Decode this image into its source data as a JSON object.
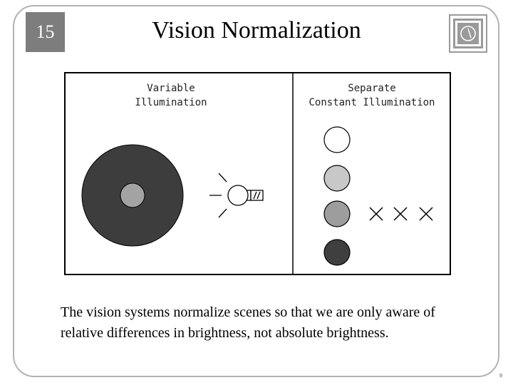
{
  "slide": {
    "number": "15",
    "title": "Vision Normalization",
    "page_number": "9"
  },
  "figure": {
    "left_panel": {
      "label_line1": "Variable",
      "label_line2": "Illumination"
    },
    "right_panel": {
      "label_line1": "Separate",
      "label_line2": "Constant Illumination"
    },
    "colors": {
      "outer_disk": "#3d3d3d",
      "inner_disk": "#a3a3a3",
      "swatches": [
        "#ffffff",
        "#c8c8c8",
        "#9d9d9d",
        "#3f3f3f"
      ]
    }
  },
  "caption": "The vision systems normalize scenes so that we are only aware of relative differences in brightness, not absolute brightness.",
  "colors": {
    "badge": "#7d7d7d",
    "frame": "#b3b3b3"
  }
}
